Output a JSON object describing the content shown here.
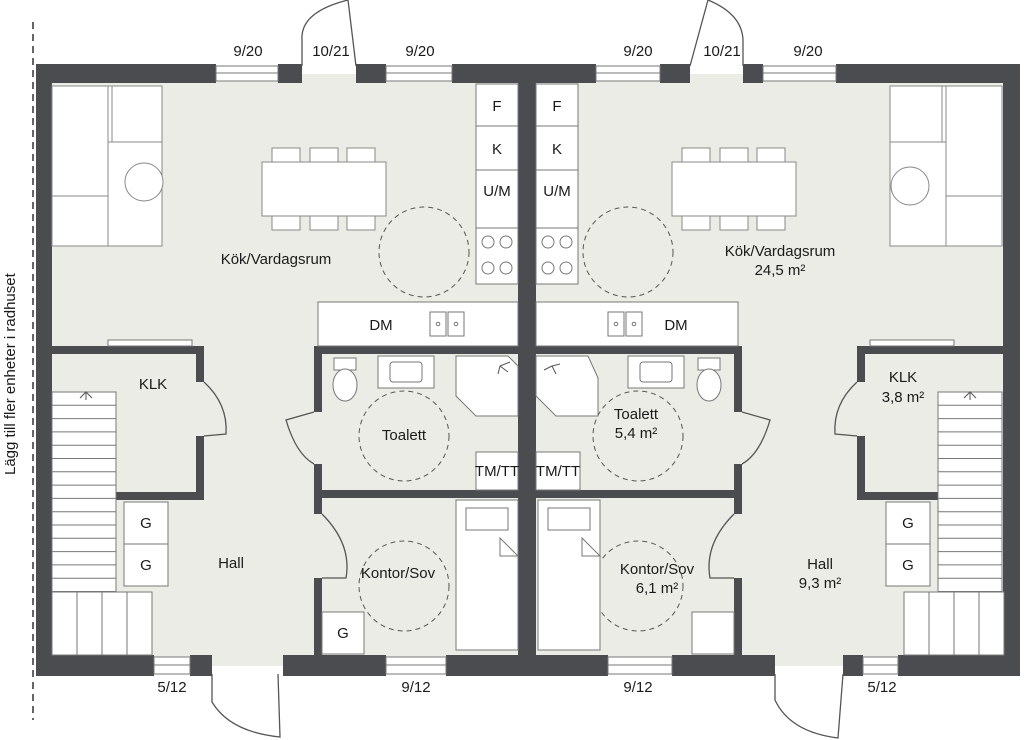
{
  "side_note": "Lägg till fler enheter i radhuset",
  "dimensions": {
    "top_left_window_1": "9/20",
    "top_left_door": "10/21",
    "top_left_window_2": "9/20",
    "top_right_window_1": "9/20",
    "top_right_door": "10/21",
    "top_right_window_2": "9/20",
    "bottom_left_window": "5/12",
    "bottom_center_left_window": "9/12",
    "bottom_center_right_window": "9/12",
    "bottom_right_window": "5/12"
  },
  "left_unit": {
    "living": {
      "name": "Kök/Vardagsrum",
      "area": ""
    },
    "closet": {
      "name": "KLK",
      "area": ""
    },
    "toilet": {
      "name": "Toalett",
      "area": ""
    },
    "office": {
      "name": "Kontor/Sov",
      "area": ""
    },
    "hall": {
      "name": "Hall",
      "area": ""
    },
    "fridge": "F",
    "freezer": "K",
    "oven": "U/M",
    "dishwasher": "DM",
    "washer": "TM/TT",
    "wardrobe_1": "G",
    "wardrobe_2": "G",
    "wardrobe_3": "G"
  },
  "right_unit": {
    "living": {
      "name": "Kök/Vardagsrum",
      "area": "24,5 m²"
    },
    "closet": {
      "name": "KLK",
      "area": "3,8 m²"
    },
    "toilet": {
      "name": "Toalett",
      "area": "5,4 m²"
    },
    "office": {
      "name": "Kontor/Sov",
      "area": "6,1 m²"
    },
    "hall": {
      "name": "Hall",
      "area": "9,3 m²"
    },
    "fridge": "F",
    "freezer": "K",
    "oven": "U/M",
    "dishwasher": "DM",
    "washer": "TM/TT",
    "wardrobe_1": "G",
    "wardrobe_2": "G"
  },
  "colors": {
    "wall": "#4a4c50",
    "floor": "#ececE6",
    "fixture": "#ffffff",
    "line": "#555555"
  }
}
